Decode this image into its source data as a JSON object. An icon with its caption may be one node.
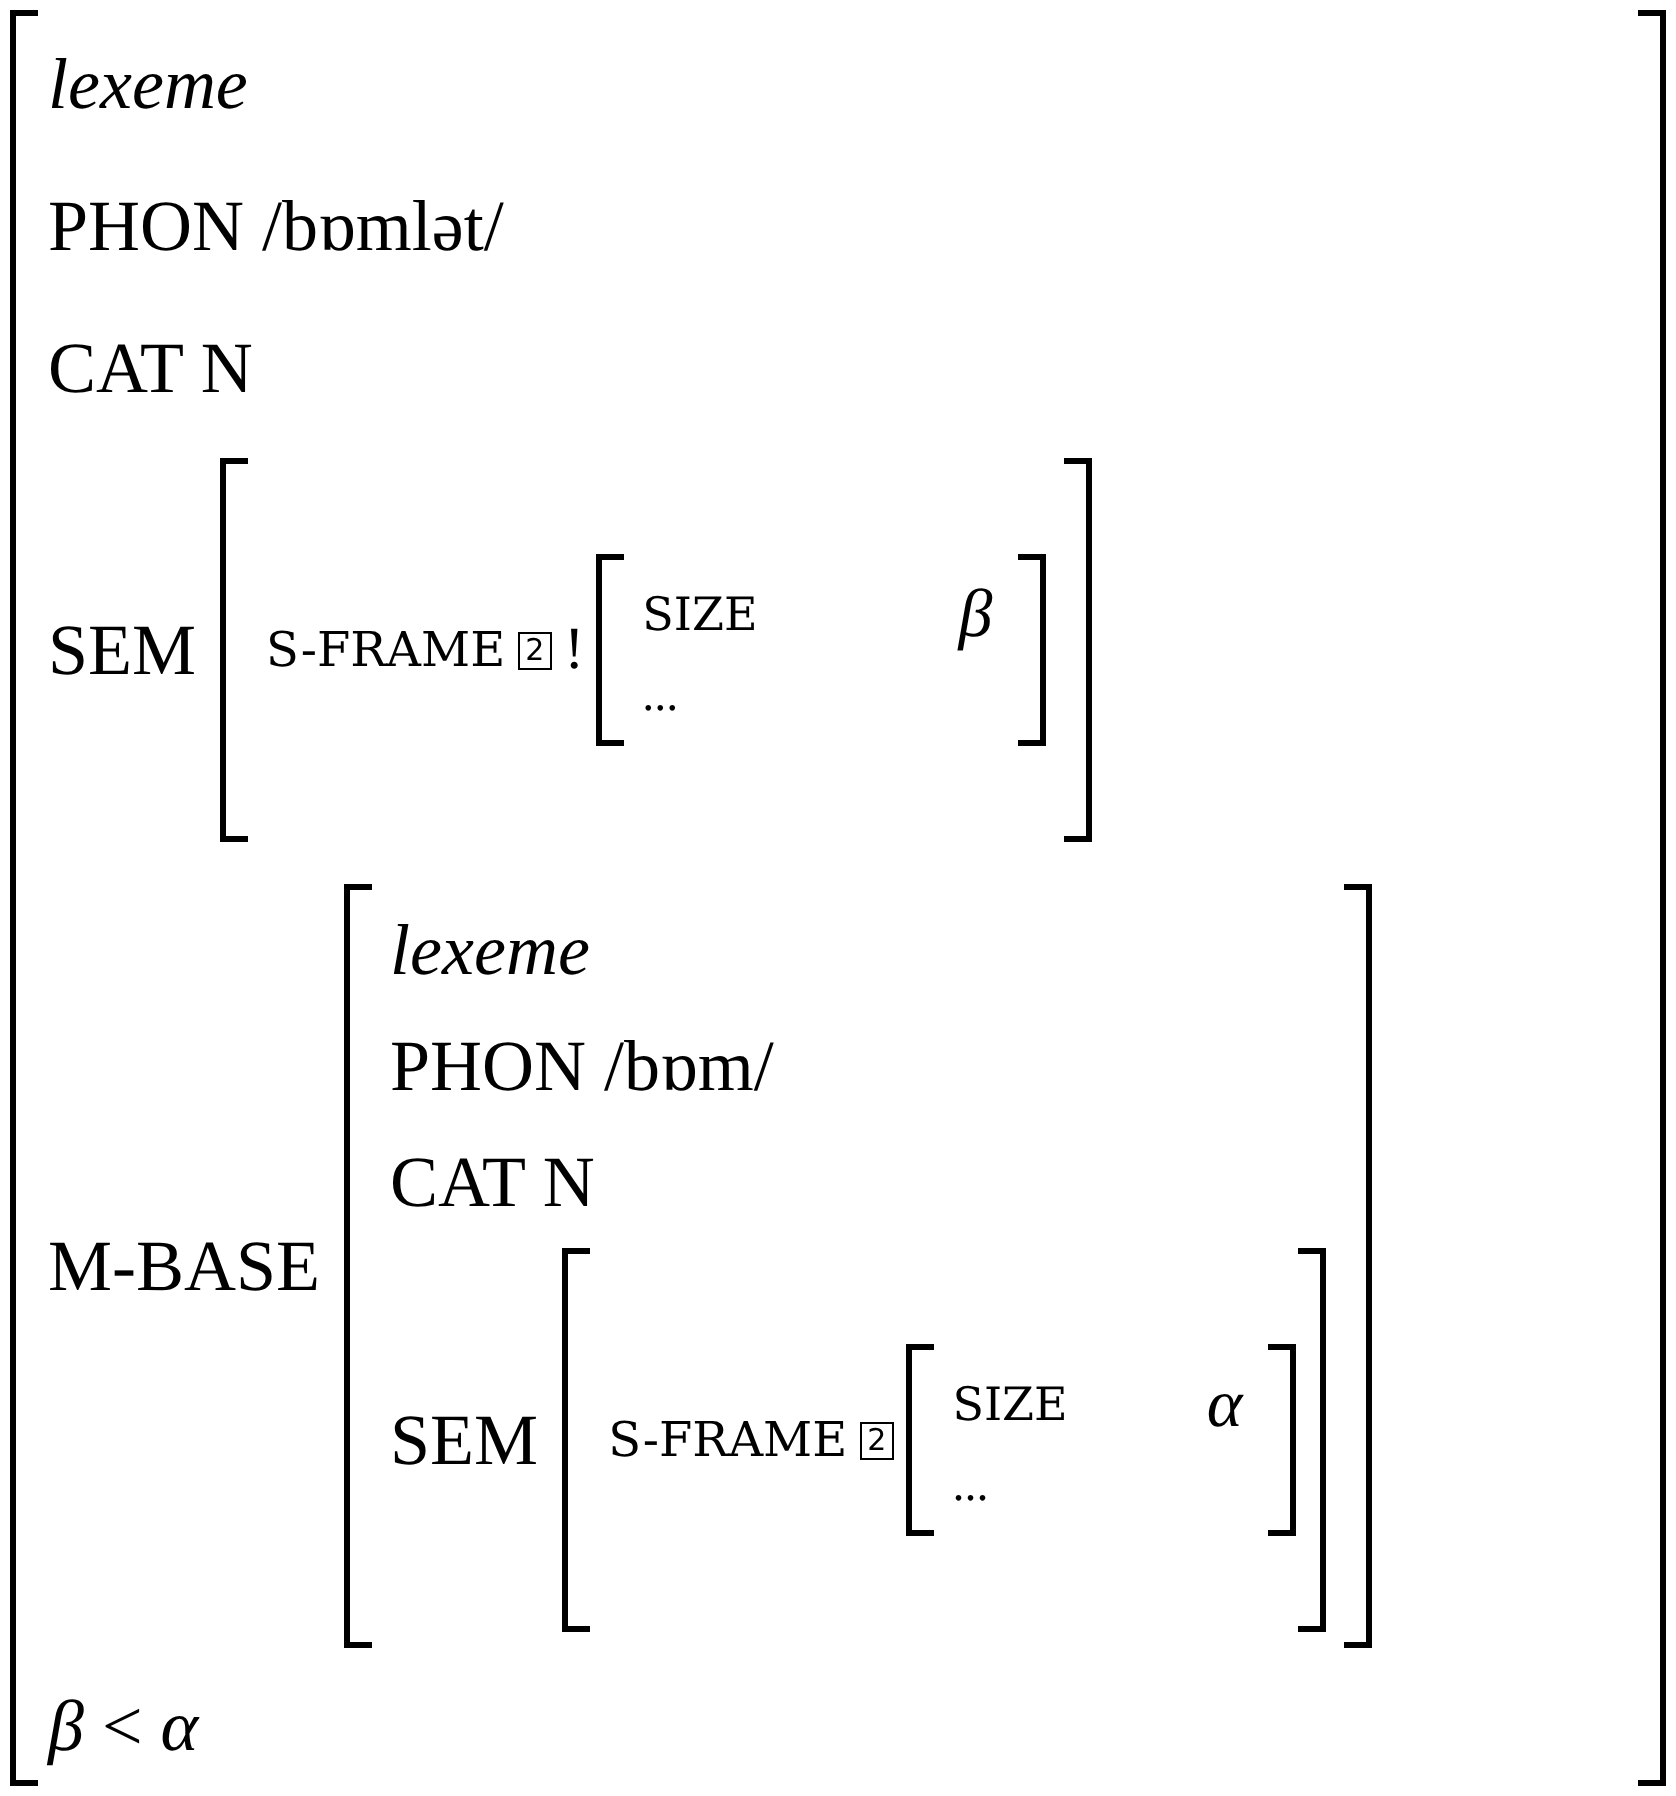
{
  "diagram": {
    "nodes": [
      {
        "text": [
          "lexeme",
          "PHON /bɒmlət/",
          "CAT N",
          "SEM",
          "M-BASE",
          "*β* < *α*"
        ]
      },
      {
        "text": [
          "S-FRAME",
          "!"
        ],
        "in": 0
      },
      {
        "text": [
          "2"
        ],
        "in": 1
      },
      {
        "text": [
          "SIZE",
          "β",
          "..."
        ],
        "in": 1
      },
      {
        "text": [
          "lexeme",
          "PHON /bɒm/",
          "CAT N",
          "SEM"
        ],
        "in": 0
      },
      {
        "text": [
          "S-FRAME"
        ],
        "in": 4
      },
      {
        "text": [
          "2"
        ],
        "in": 5
      },
      {
        "text": [
          "SIZE",
          "α",
          "..."
        ],
        "in": 5
      }
    ]
  }
}
